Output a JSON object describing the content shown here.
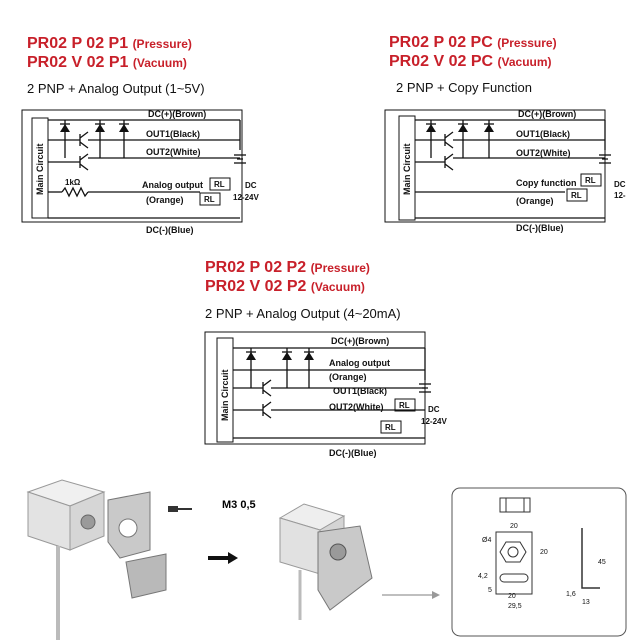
{
  "panels": {
    "p1": {
      "title_model_1": "PR02 P 02 P1",
      "title_paren_1": "(Pressure)",
      "title_model_2": "PR02 V 02 P1",
      "title_paren_2": "(Vacuum)",
      "subtitle": "2 PNP + Analog Output (1~5V)",
      "main_circuit": "Main Circuit",
      "resistor": "1kΩ",
      "dc_plus": "DC(+)(Brown)",
      "out1": "OUT1(Black)",
      "out2": "OUT2(White)",
      "analog_output": "Analog output",
      "orange": "(Orange)",
      "dc_minus": "DC(-)(Blue)",
      "rl": "RL",
      "dc": "DC",
      "voltage": "12-24V"
    },
    "pc": {
      "title_model_1": "PR02 P 02 PC",
      "title_paren_1": "(Pressure)",
      "title_model_2": "PR02 V 02 PC",
      "title_paren_2": "(Vacuum)",
      "subtitle": "2 PNP + Copy Function",
      "main_circuit": "Main Circuit",
      "dc_plus": "DC(+)(Brown)",
      "out1": "OUT1(Black)",
      "out2": "OUT2(White)",
      "copy_function": "Copy function",
      "orange": "(Orange)",
      "dc_minus": "DC(-)(Blue)",
      "rl": "RL",
      "dc": "DC",
      "voltage": "12-"
    },
    "p2": {
      "title_model_1": "PR02 P 02 P2",
      "title_paren_1": "(Pressure)",
      "title_model_2": "PR02 V 02 P2",
      "title_paren_2": "(Vacuum)",
      "subtitle": "2 PNP + Analog Output (4~20mA)",
      "main_circuit": "Main Circuit",
      "dc_plus": "DC(+)(Brown)",
      "analog_output": "Analog output",
      "orange": "(Orange)",
      "out1": "OUT1(Black)",
      "out2": "OUT2(White)",
      "dc_minus": "DC(-)(Blue)",
      "rl": "RL",
      "dc": "DC",
      "voltage": "12-24V"
    }
  },
  "mounting": {
    "screw_label": "M3 0,5",
    "dimensions": {
      "top_width": "20",
      "hole_dia": "Ø4",
      "side_height": "20",
      "right_height": "45",
      "slot": "4,2",
      "left_offset": "5",
      "bottom_20": "20",
      "bottom_29": "29,5",
      "thickness": "1,6",
      "depth": "13"
    }
  },
  "colors": {
    "title_red": "#c8202a",
    "line": "#111111",
    "bracket_grey": "#b9b9b9"
  }
}
